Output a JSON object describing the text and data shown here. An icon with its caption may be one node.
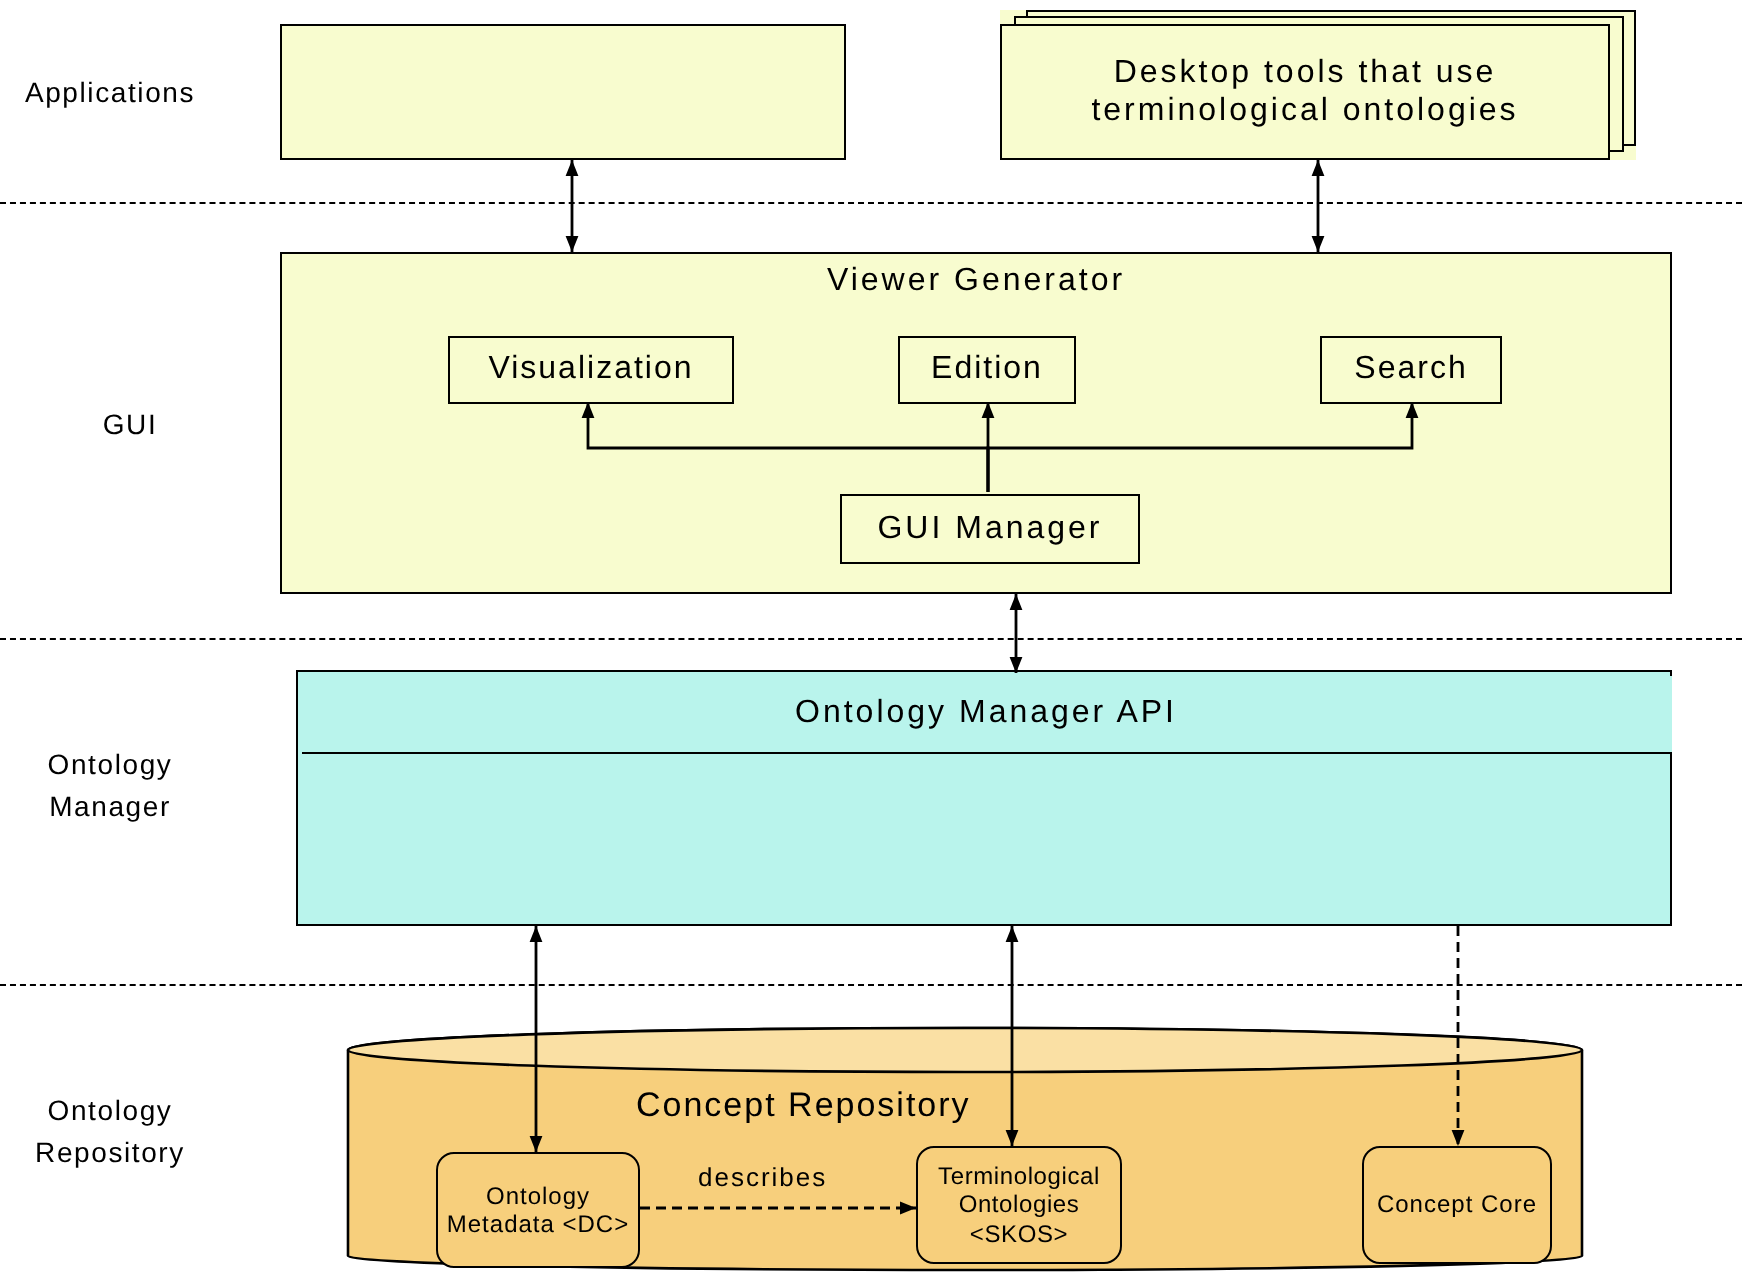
{
  "diagram": {
    "nodes": [
      {
        "text": [],
        "shape": "box"
      },
      {
        "text": [
          "Desktop tools that use terminological ontologies"
        ]
      },
      {
        "text": [
          "Viewer Generator"
        ]
      },
      {
        "text": [
          "Visualization"
        ],
        "in": 2
      },
      {
        "text": [
          "Edition"
        ],
        "in": 2
      },
      {
        "text": [
          "Search"
        ],
        "in": 2
      },
      {
        "text": [
          "GUI Manager"
        ],
        "in": 2
      },
      {
        "text": [],
        "shape": "box"
      },
      {
        "text": [
          "Ontology Manager API"
        ],
        "in": 7
      },
      {
        "text": [
          "Concept Repository"
        ]
      },
      {
        "text": [
          "Ontology Metadata <DC>"
        ],
        "in": 9
      },
      {
        "text": [
          "Terminological Ontologies <SKOS>"
        ],
        "in": 9
      },
      {
        "text": [
          "Concept Core"
        ],
        "in": 9
      }
    ],
    "edges": [
      {
        "from": 0,
        "to": 2,
        "arrow": "both"
      },
      {
        "from": 1,
        "to": 2,
        "arrow": "both"
      },
      {
        "from": 6,
        "to": 3,
        "arrow": "to"
      },
      {
        "from": 6,
        "to": 4,
        "arrow": "to"
      },
      {
        "from": 6,
        "to": 5,
        "arrow": "to"
      },
      {
        "from": 2,
        "to": 8,
        "arrow": "both"
      },
      {
        "from": 7,
        "to": 10,
        "arrow": "both"
      },
      {
        "from": 7,
        "to": 11,
        "arrow": "both"
      },
      {
        "from": 7,
        "to": 12,
        "arrow": "to",
        "style": "dashed"
      },
      {
        "from": 10,
        "to": 11,
        "arrow": "to",
        "style": "dashed",
        "label": "describes"
      }
    ],
    "labels": [
      "Applications",
      "GUI",
      "Ontology Manager",
      "Ontology Repository"
    ]
  }
}
